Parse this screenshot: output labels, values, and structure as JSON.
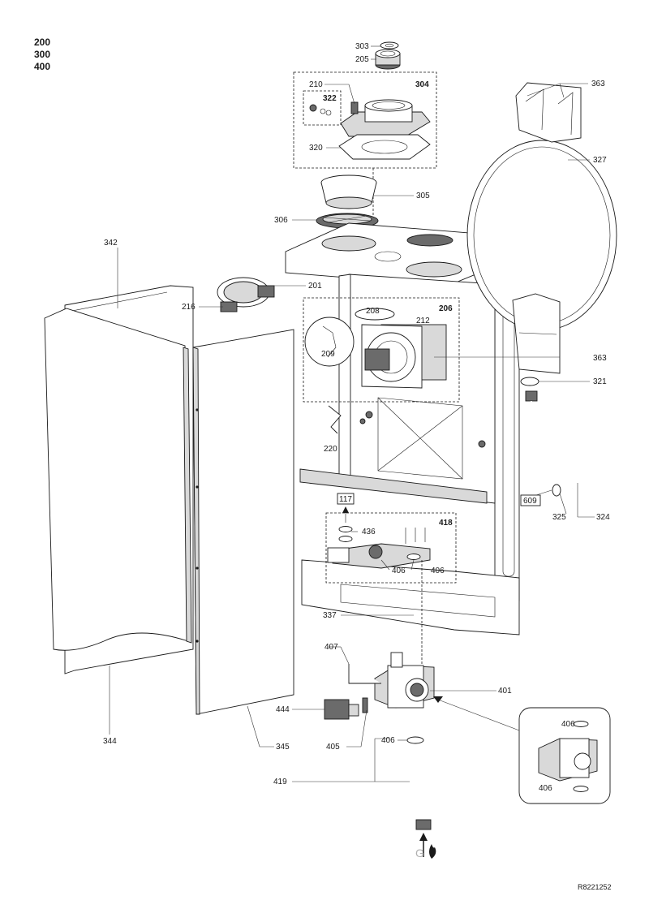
{
  "models": [
    "200",
    "300",
    "400"
  ],
  "reference_code": "R8221252",
  "gas_symbol": "G",
  "callouts": {
    "p303": "303",
    "p205": "205",
    "p304": "304",
    "p210": "210",
    "p322": "322",
    "p320": "320",
    "p363a": "363",
    "p327": "327",
    "p305": "305",
    "p306": "306",
    "p342": "342",
    "p201": "201",
    "p216": "216",
    "p206": "206",
    "p208": "208",
    "p212": "212",
    "p209": "209",
    "p363b": "363",
    "p321": "321",
    "p220": "220",
    "p117": "117",
    "p436": "436",
    "p418": "418",
    "p609": "609",
    "p325": "325",
    "p324": "324",
    "p406a": "406",
    "p406b": "406",
    "p337": "337",
    "p407": "407",
    "p401": "401",
    "p444": "444",
    "p405": "405",
    "p406c": "406",
    "p344": "344",
    "p345": "345",
    "p406d": "406",
    "p406e": "406",
    "p419": "419"
  }
}
